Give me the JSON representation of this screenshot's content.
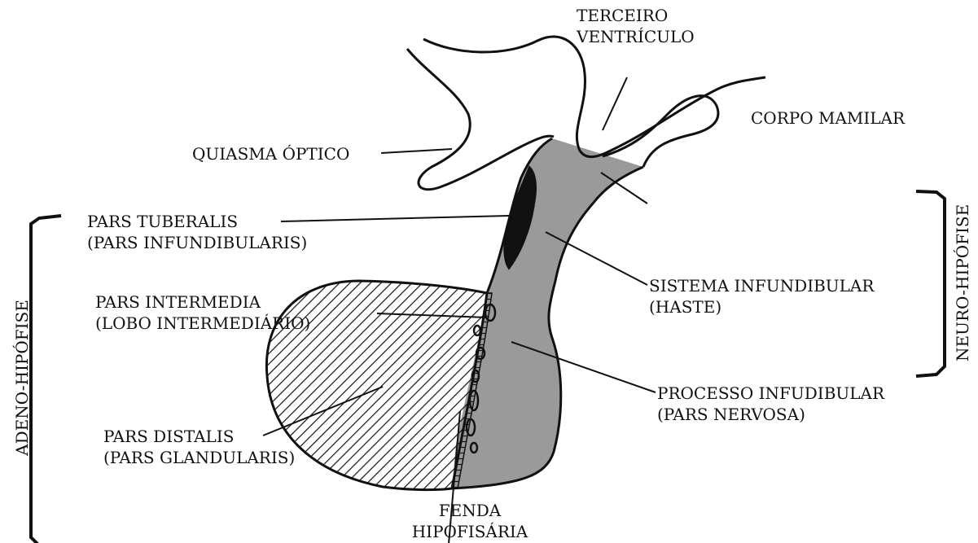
{
  "labels": {
    "terceiro_ventriculo": [
      "TERCEIRO",
      "VENTRÍCULO"
    ],
    "corpo_mamilar": "CORPO MAMILAR",
    "quiasma_optico": "QUIASMA ÓPTICO",
    "pars_tuberalis": [
      "PARS TUBERALIS",
      "(PARS INFUNDIBULARIS)"
    ],
    "sistema_infundibular": [
      "SISTEMA INFUNDIBULAR",
      "(HASTE)"
    ],
    "pars_intermedia": [
      "PARS INTERMEDIA",
      "(LOBO INTERMEDIÁRIO)"
    ],
    "processo_infundibular": [
      "PROCESSO INFUDIBULAR",
      "(PARS NERVOSA)"
    ],
    "pars_distalis": [
      "PARS DISTALIS",
      "(PARS GLANDULARIS)"
    ],
    "fenda_hipofisaria": [
      "FENDA",
      "HIPOFISÁRIA"
    ],
    "adeno_hipofise": "ADENO-HIPÓFISE",
    "neuro_hipofise": "NEURO-HIPÓFISE"
  },
  "colors": {
    "outline": "#111111",
    "neuro_fill": "#9a9a9a",
    "tuberalis_fill": "#111111",
    "background": "#ffffff"
  }
}
